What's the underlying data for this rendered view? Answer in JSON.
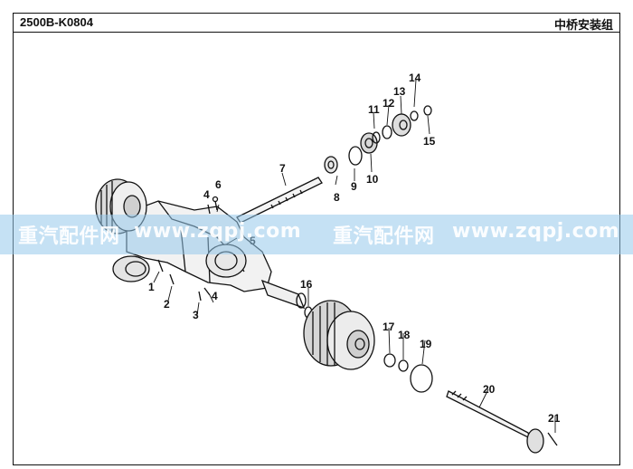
{
  "header": {
    "code": "2500B-K0804",
    "group_name": "中桥安装组"
  },
  "callouts": {
    "n1": "1",
    "n2": "2",
    "n3": "3",
    "n4a": "4",
    "n4b": "4",
    "n5": "5",
    "n6": "6",
    "n7": "7",
    "n8": "8",
    "n9": "9",
    "n10": "10",
    "n11": "11",
    "n12": "12",
    "n13": "13",
    "n14": "14",
    "n15": "15",
    "n16": "16",
    "n17": "17",
    "n18": "18",
    "n19": "19",
    "n20": "20",
    "n21": "21"
  },
  "watermark": {
    "text_1": "重汽配件网",
    "text_2": "www.zqpj.com",
    "text_3": "重汽配件网",
    "text_4": "www.zqpj.com"
  },
  "colors": {
    "line": "#111111",
    "watermark_band": "#96c8eb"
  }
}
